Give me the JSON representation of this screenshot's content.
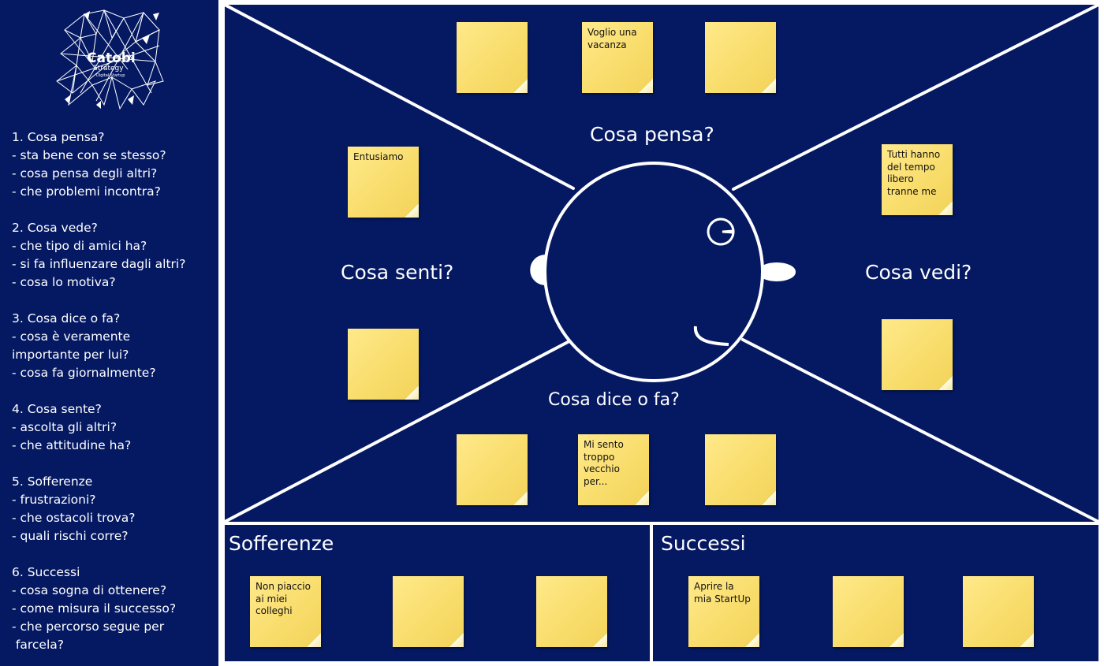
{
  "logo": {
    "name": "Catobi",
    "subtitle": "Strategy",
    "tagline": "Digital Startup"
  },
  "guide": [
    [
      "1. Cosa pensa?",
      "- sta bene con se stesso?",
      "- cosa pensa degli altri?",
      "- che problemi incontra?"
    ],
    [
      "2. Cosa vede?",
      "- che tipo di amici ha?",
      "- si fa influenzare dagli altri?",
      "- cosa lo motiva?"
    ],
    [
      "3. Cosa dice o fa?",
      "- cosa è veramente",
      "importante per lui?",
      "- cosa fa giornalmente?"
    ],
    [
      "4. Cosa sente?",
      "- ascolta gli altri?",
      "- che attitudine ha?"
    ],
    [
      "5. Sofferenze",
      "- frustrazioni?",
      "- che ostacoli trova?",
      "- quali rischi corre?"
    ],
    [
      "6. Successi",
      "- cosa sogna di ottenere?",
      "- come misura il successo?",
      "- che percorso segue per",
      " farcela?"
    ]
  ],
  "zones": {
    "pensa": "Cosa pensa?",
    "senti": "Cosa senti?",
    "vedi": "Cosa vedi?",
    "dice": "Cosa dice o fa?",
    "sofferenze": "Sofferenze",
    "successi": "Successi"
  },
  "notes": {
    "pensa": [
      "",
      "Voglio una vacanza",
      ""
    ],
    "senti": [
      "Entusiamo",
      ""
    ],
    "vedi": [
      "Tutti hanno del tempo libero tranne me",
      ""
    ],
    "dice": [
      "",
      "Mi sento troppo vecchio per...",
      ""
    ],
    "sofferenze": [
      "Non piaccio ai miei colleghi",
      "",
      ""
    ],
    "successi": [
      "Aprire la mia StartUp",
      "",
      ""
    ]
  },
  "colors": {
    "background": "#051963",
    "lines": "#ffffff",
    "note": "#f8dc6a"
  }
}
